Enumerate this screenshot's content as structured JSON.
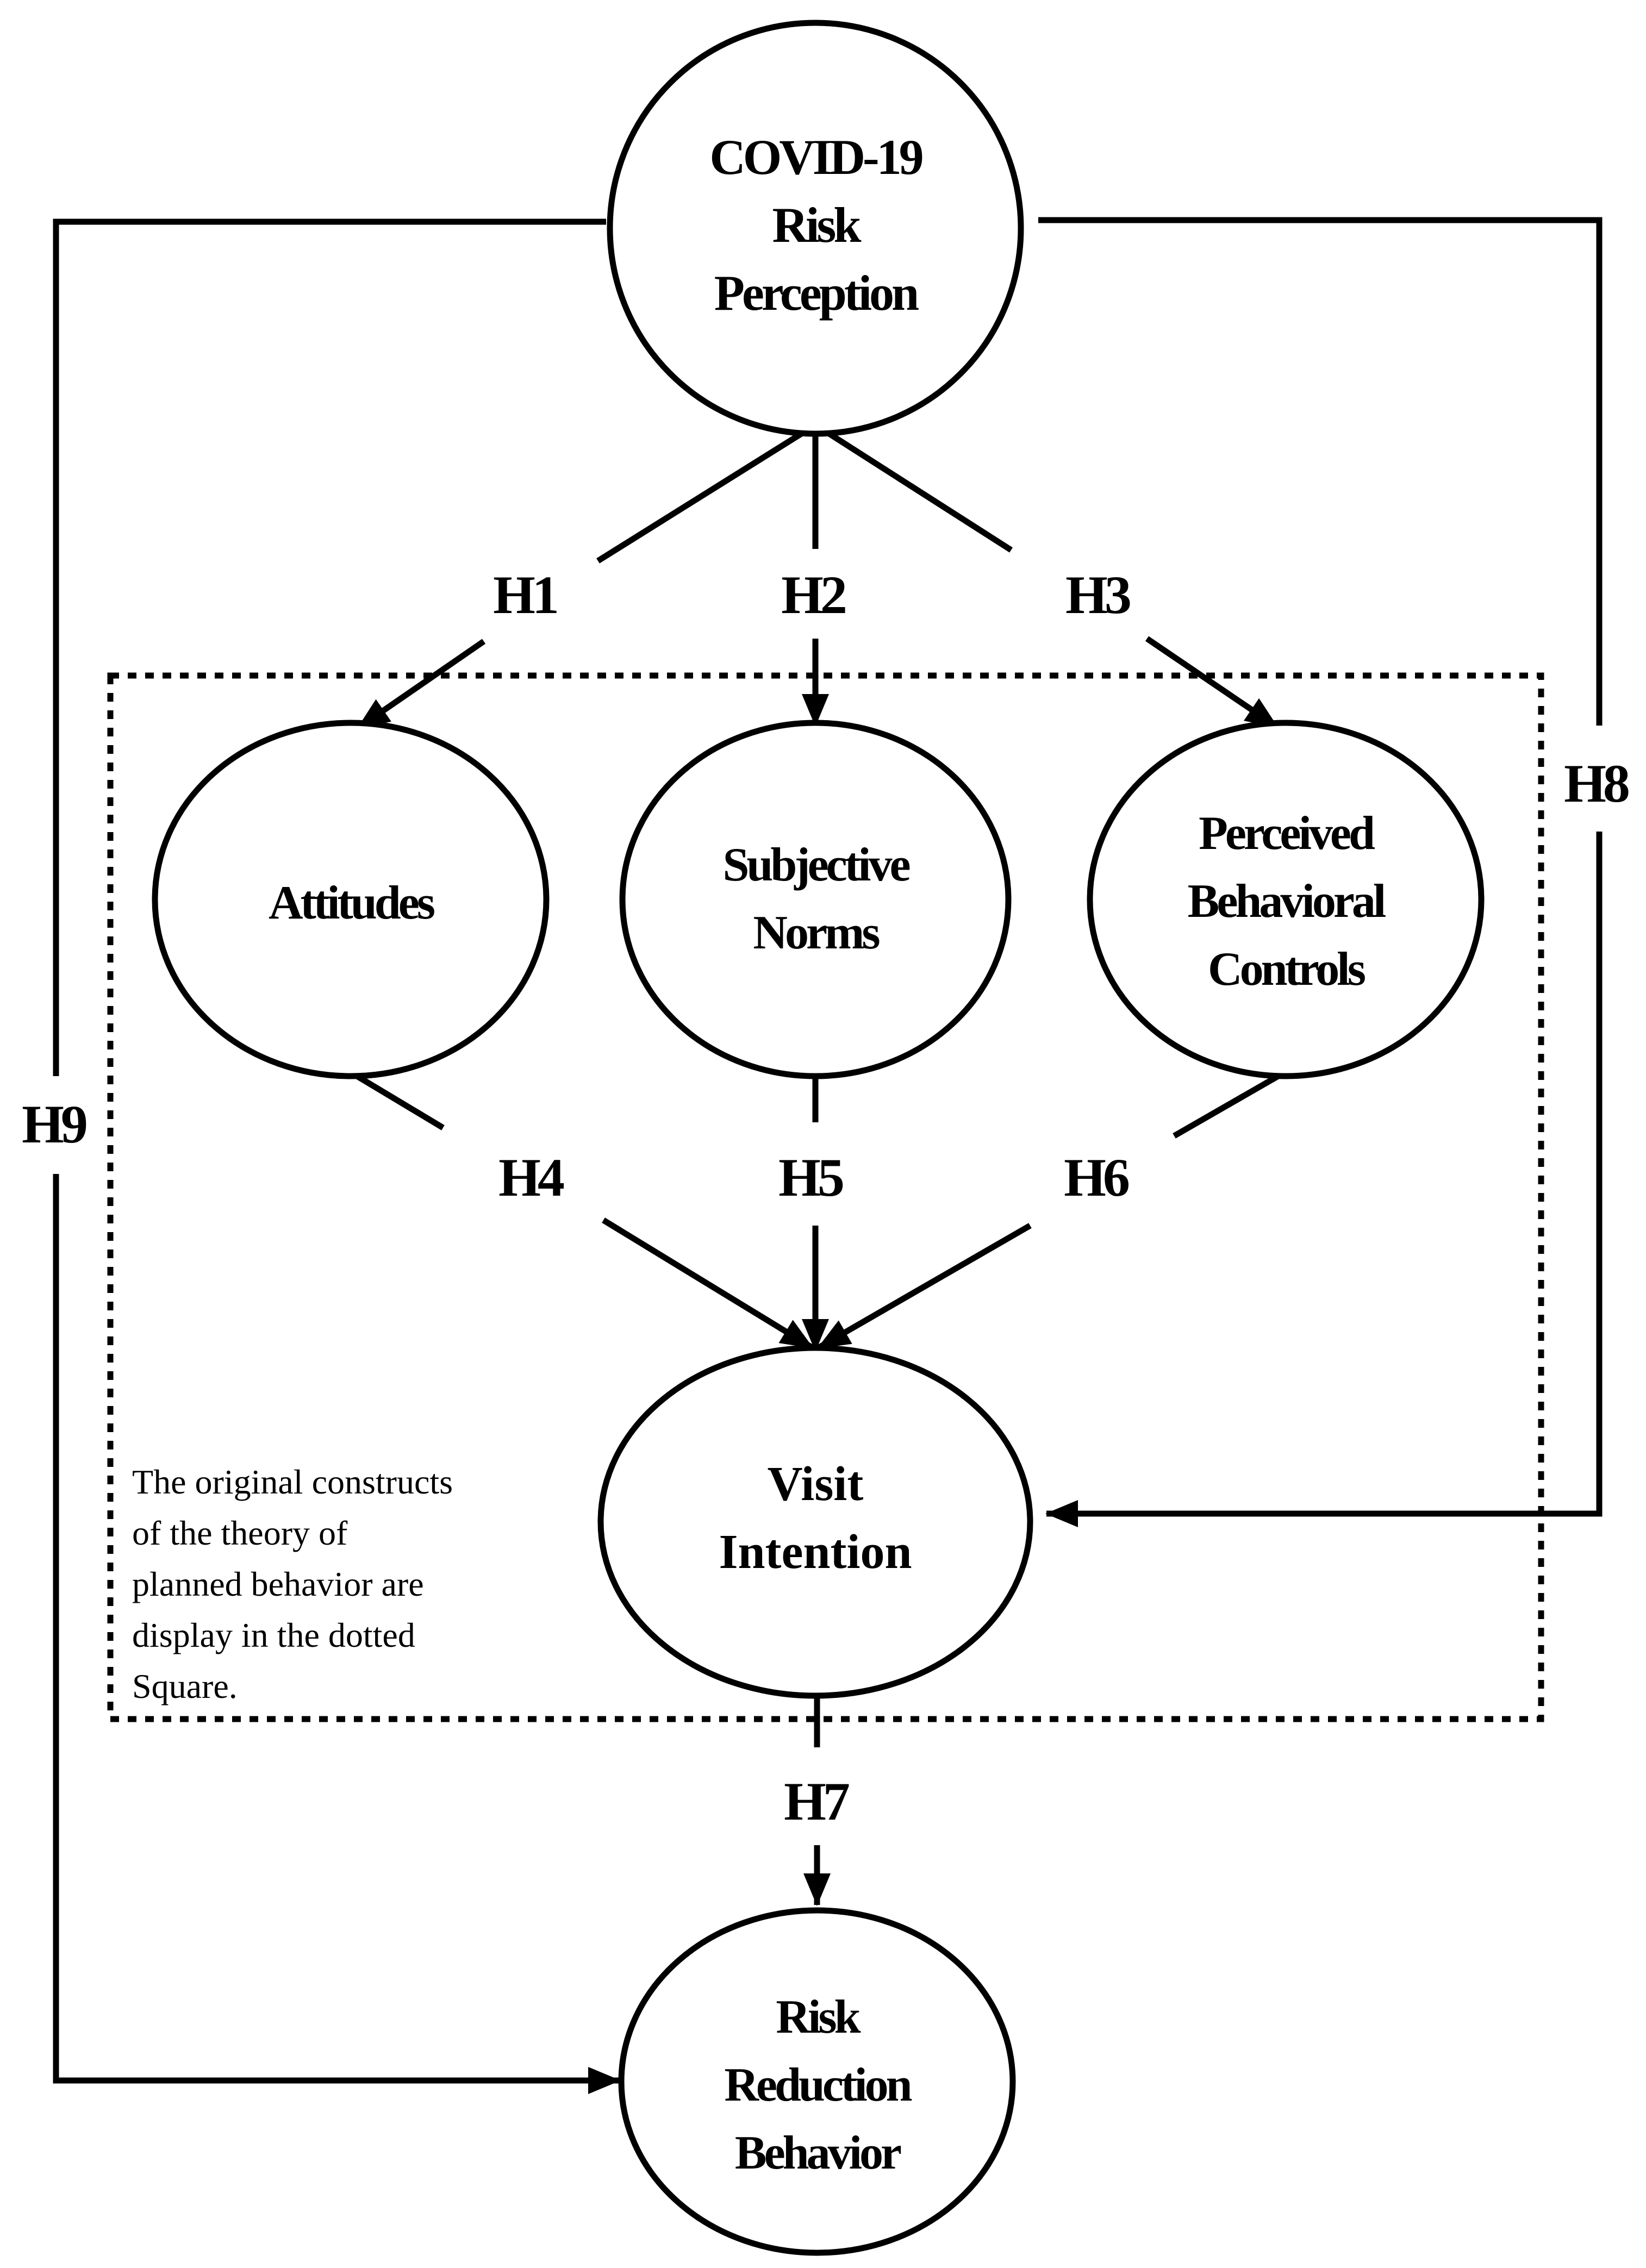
{
  "nodes": {
    "risk_perception": {
      "lines": [
        "COVID-19",
        "Risk",
        "Perception"
      ]
    },
    "attitudes": {
      "lines": [
        "Attitudes"
      ]
    },
    "subjective_norms": {
      "lines": [
        "Subjective",
        "Norms"
      ]
    },
    "perceived_behavioral_controls": {
      "lines": [
        "Perceived",
        "Behavioral",
        "Controls"
      ]
    },
    "visit_intention": {
      "lines": [
        "Visit",
        "Intention"
      ]
    },
    "risk_reduction_behavior": {
      "lines": [
        "Risk",
        "Reduction",
        "Behavior"
      ]
    }
  },
  "hypotheses": {
    "h1": "H1",
    "h2": "H2",
    "h3": "H3",
    "h4": "H4",
    "h5": "H5",
    "h6": "H6",
    "h7": "H7",
    "h8": "H8",
    "h9": "H9"
  },
  "note": {
    "lines": [
      "The original constructs",
      "of the theory of",
      "planned behavior are",
      "display in the dotted",
      "Square."
    ]
  },
  "colors": {
    "stroke": "#000000",
    "background": "#ffffff"
  }
}
